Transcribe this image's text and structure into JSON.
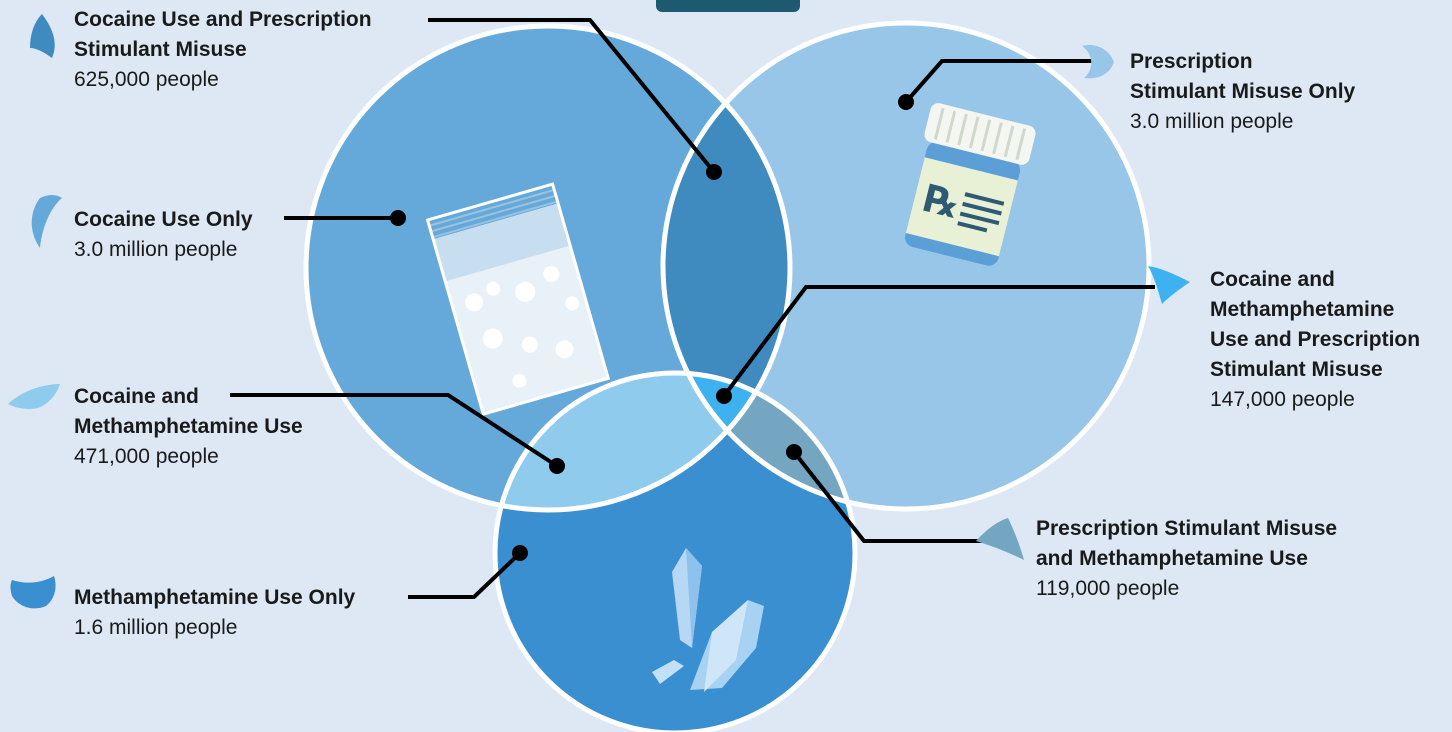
{
  "colors": {
    "background": "#dde8f4",
    "cocaine_only": "#65a9da",
    "prescription_only": "#98c6e8",
    "methamphetamine_only": "#3a8fd1",
    "cocaine_prescription": "#3f8bbf",
    "cocaine_methamphetamine": "#8ecbec",
    "prescription_methamphetamine": "#74a6c1",
    "all_three": "#3eb1f1",
    "circle_outline": "#ffffff",
    "leader_line": "#000000",
    "top_tab": "#1d5a72"
  },
  "segments": {
    "cocaine_prescription": {
      "name": "Cocaine Use and Prescription Stimulant Misuse",
      "name_lines": [
        "Cocaine Use and Prescription",
        "Stimulant Misuse"
      ],
      "count": "625,000 people",
      "icon": "teardrop-segment-icon"
    },
    "prescription_only": {
      "name": "Prescription Stimulant Misuse Only",
      "name_lines": [
        "Prescription",
        "Stimulant Misuse Only"
      ],
      "count": "3.0 million people",
      "icon": "crescent-segment-icon"
    },
    "cocaine_only": {
      "name": "Cocaine Use Only",
      "name_lines": [
        "Cocaine Use Only"
      ],
      "count": "3.0 million people",
      "icon": "crescent-segment-icon"
    },
    "all_three": {
      "name": "Cocaine and Methamphetamine Use and Prescription Stimulant Misuse",
      "name_lines": [
        "Cocaine and",
        "Methamphetamine",
        "Use and Prescription",
        "Stimulant Misuse"
      ],
      "count": "147,000 people",
      "icon": "triangle-segment-icon"
    },
    "cocaine_methamphetamine": {
      "name": "Cocaine and Methamphetamine Use",
      "name_lines": [
        "Cocaine and",
        "Methamphetamine Use"
      ],
      "count": "471,000 people",
      "icon": "lens-segment-icon"
    },
    "prescription_methamphetamine": {
      "name": "Prescription Stimulant Misuse and Methamphetamine Use",
      "name_lines": [
        "Prescription Stimulant Misuse",
        "and Methamphetamine Use"
      ],
      "count": "119,000 people",
      "icon": "wedge-segment-icon"
    },
    "methamphetamine_only": {
      "name": "Methamphetamine Use Only",
      "name_lines": [
        "Methamphetamine Use Only"
      ],
      "count": "1.6 million people",
      "icon": "crescent-segment-icon"
    }
  },
  "illustrations": {
    "cocaine_circle": "powder-baggie-icon",
    "prescription_circle": "rx-pill-bottle-icon",
    "methamphetamine_circle": "crystal-shards-icon",
    "rx_symbol": "℞"
  }
}
